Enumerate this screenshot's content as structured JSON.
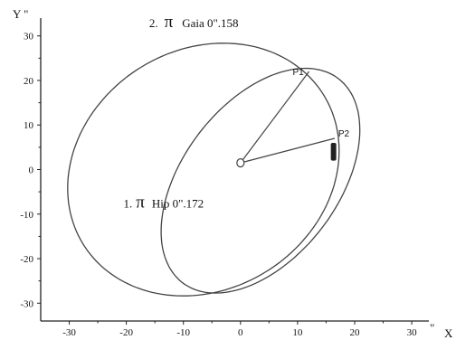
{
  "chart_data": {
    "type": "line",
    "xlabel": "X",
    "ylabel": "Y \"",
    "xunit": "\"",
    "xlim": [
      -35,
      33
    ],
    "ylim": [
      -34,
      34
    ],
    "xticks": [
      -30,
      -20,
      -10,
      0,
      10,
      20,
      30
    ],
    "yticks": [
      -30,
      -20,
      -10,
      0,
      10,
      20,
      30
    ],
    "xtick_labels": [
      "-30",
      "-20",
      "-10",
      "0",
      "10",
      "20",
      "30"
    ],
    "ytick_labels": [
      "-30",
      "-20",
      "-10",
      "0",
      "10",
      "20",
      "30"
    ],
    "grid": false,
    "colors": {
      "line": "#444444",
      "axis": "#222222",
      "cluster": "#222222"
    },
    "series": [
      {
        "name": "2. π Gaia 0\".158",
        "shape": "ellipse",
        "center": [
          -6.5,
          0
        ],
        "semi_axes": [
          23,
          29
        ],
        "rotation_deg": -20
      },
      {
        "name": "1.π Hip 0\".172",
        "shape": "ellipse",
        "center": [
          3.5,
          -2.5
        ],
        "semi_axes": [
          14.5,
          27
        ],
        "rotation_deg": -25
      }
    ],
    "center_point": {
      "x": 0,
      "y": 1.5
    },
    "points": [
      {
        "label": "P1",
        "x": 12,
        "y": 22
      },
      {
        "label": "P2",
        "x": 16.5,
        "y": 7
      }
    ],
    "cluster": {
      "x": 16.3,
      "y_from": 2,
      "y_to": 6
    },
    "annotations": [
      {
        "prefix": "2.",
        "symbol": "π",
        "text": "Gaia  0\".158",
        "x": -16,
        "y": 32
      },
      {
        "prefix": "1.",
        "symbol": "π",
        "text": "Hip  0\".172",
        "x": -20.5,
        "y": -8.5
      }
    ]
  }
}
